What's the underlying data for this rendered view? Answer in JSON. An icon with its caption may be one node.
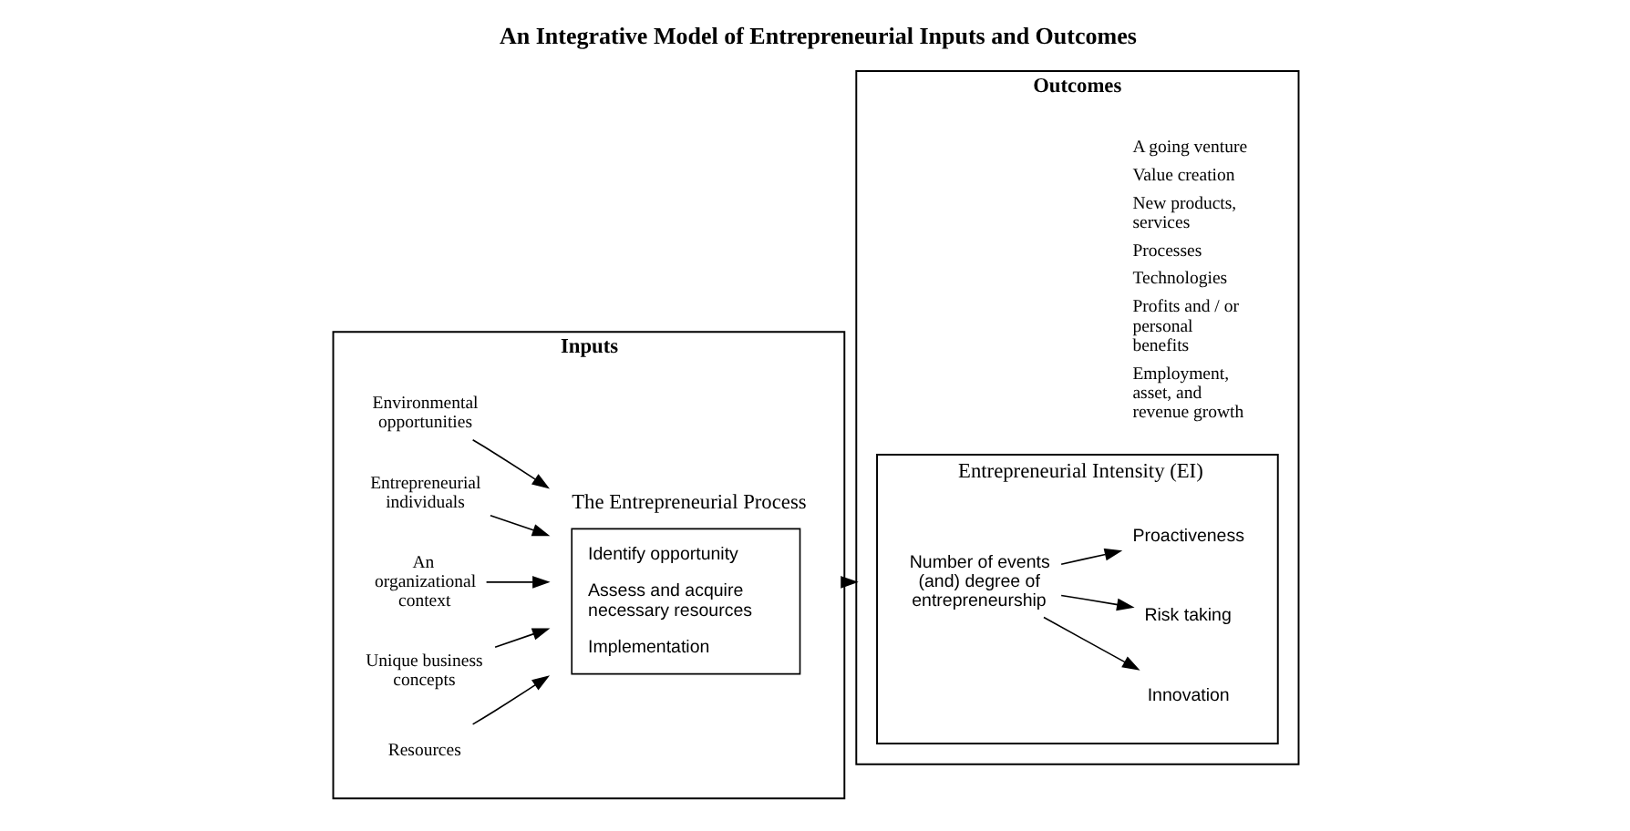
{
  "diagram": {
    "title": "An Integrative Model of Entrepreneurial Inputs and Outcomes",
    "nodes": [
      {
        "text": [
          "Inputs"
        ]
      },
      {
        "text": [
          "Environmental opportunities"
        ],
        "in": 0
      },
      {
        "text": [
          "Entrepreneurial individuals"
        ],
        "in": 0
      },
      {
        "text": [
          "An organizational context"
        ],
        "in": 0
      },
      {
        "text": [
          "Unique business concepts"
        ],
        "in": 0
      },
      {
        "text": [
          "Resources"
        ],
        "in": 0
      },
      {
        "text": [
          "The Entrepreneurial Process",
          "Identify opportunity",
          "Assess and acquire necessary resources",
          "Implementation"
        ],
        "in": 0
      },
      {
        "text": [
          "Outcomes"
        ]
      },
      {
        "text": [
          "Entrepreneurial Intensity (EI)"
        ],
        "in": 7
      },
      {
        "text": [
          "Number of events (and) degree of entrepreneurship"
        ],
        "in": 8
      },
      {
        "text": [
          "Innovation"
        ],
        "in": 8
      },
      {
        "text": [
          "Risk taking"
        ],
        "in": 8
      },
      {
        "text": [
          "Proactiveness"
        ],
        "in": 8
      },
      {
        "text": [
          "A going venture",
          "Value creation",
          "New products, services",
          "Processes",
          "Technologies",
          "Profits and / or personal benefits",
          "Employment, asset, and revenue growth"
        ],
        "in": 7
      }
    ],
    "edges": [
      {
        "from": 1,
        "to": 6,
        "arrow": "to"
      },
      {
        "from": 2,
        "to": 6,
        "arrow": "to"
      },
      {
        "from": 3,
        "to": 6,
        "arrow": "to"
      },
      {
        "from": 4,
        "to": 6,
        "arrow": "to"
      },
      {
        "from": 5,
        "to": 6,
        "arrow": "to"
      },
      {
        "from": 0,
        "to": 7,
        "arrow": "to"
      },
      {
        "from": 9,
        "to": 10,
        "arrow": "to"
      },
      {
        "from": 9,
        "to": 11,
        "arrow": "to"
      },
      {
        "from": 9,
        "to": 12,
        "arrow": "to"
      }
    ]
  }
}
